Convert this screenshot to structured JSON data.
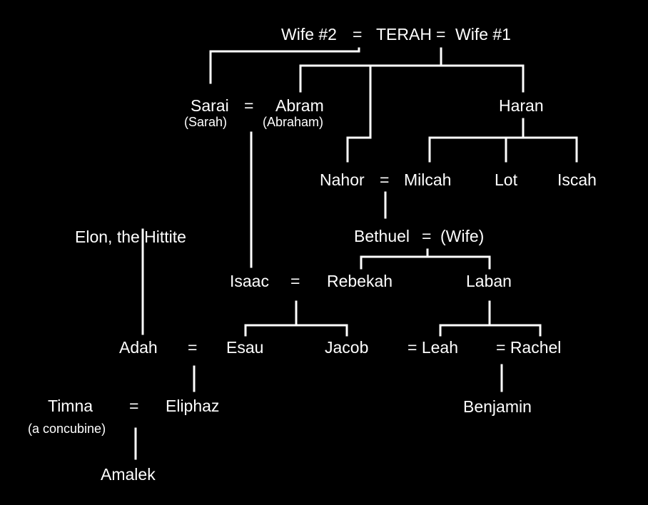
{
  "colors": {
    "background": "#000000",
    "foreground": "#ffffff"
  },
  "nodes": {
    "wife2": "Wife #2",
    "eq_top_left": "=",
    "terah": "TERAH",
    "eq_top_right": "=",
    "wife1": "Wife #1",
    "sarai": "Sarai",
    "sarai_alias": "(Sarah)",
    "eq_sarai_abram": "=",
    "abram": "Abram",
    "abram_alias": "(Abraham)",
    "haran": "Haran",
    "nahor": "Nahor",
    "eq_nahor_milcah": "=",
    "milcah": "Milcah",
    "lot": "Lot",
    "iscah": "Iscah",
    "elon": "Elon, the Hittite",
    "bethuel": "Bethuel",
    "eq_bethuel_wife": "=",
    "bethuel_wife": "(Wife)",
    "isaac": "Isaac",
    "eq_isaac_rebekah": "=",
    "rebekah": "Rebekah",
    "laban": "Laban",
    "adah": "Adah",
    "eq_adah_esau": "=",
    "esau": "Esau",
    "jacob": "Jacob",
    "leah": "= Leah",
    "rachel": "= Rachel",
    "timna": "Timna",
    "timna_note": "(a concubine)",
    "eq_timna_eliphaz": "=",
    "eliphaz": "Eliphaz",
    "benjamin": "Benjamin",
    "amalek": "Amalek"
  }
}
